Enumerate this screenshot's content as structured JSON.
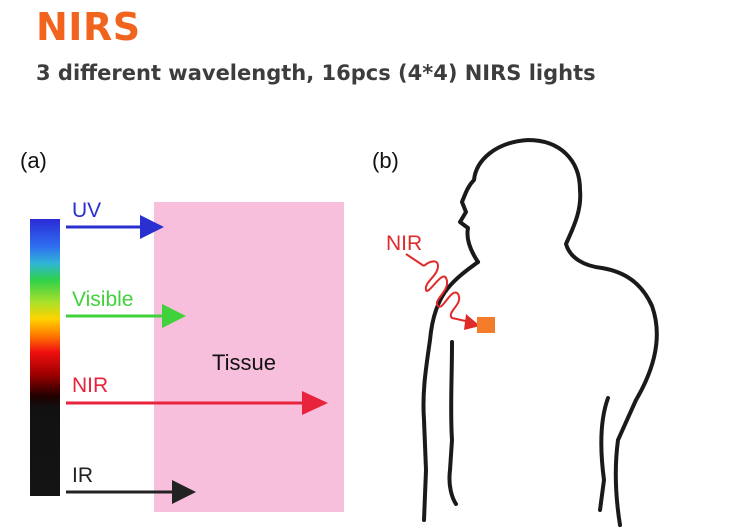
{
  "header": {
    "title": "NIRS",
    "subtitle": "3 different wavelength, 16pcs (4*4) NIRS lights"
  },
  "panel_a": {
    "label": "(a)",
    "tissue_label": "Tissue",
    "arrows": [
      {
        "label": "UV",
        "color": "#2a2fd0"
      },
      {
        "label": "Visible",
        "color": "#3fd23a"
      },
      {
        "label": "NIR",
        "color": "#e8233c"
      },
      {
        "label": "IR",
        "color": "#222222"
      }
    ]
  },
  "panel_b": {
    "label": "(b)",
    "nir_label": "NIR"
  },
  "colors": {
    "title": "#f0641e",
    "subtitle": "#3d3d3d",
    "tissue": "#f8bfdc",
    "nir_wave": "#e02b2b",
    "target": "#f37b2a",
    "outline": "#1a1a1a"
  }
}
